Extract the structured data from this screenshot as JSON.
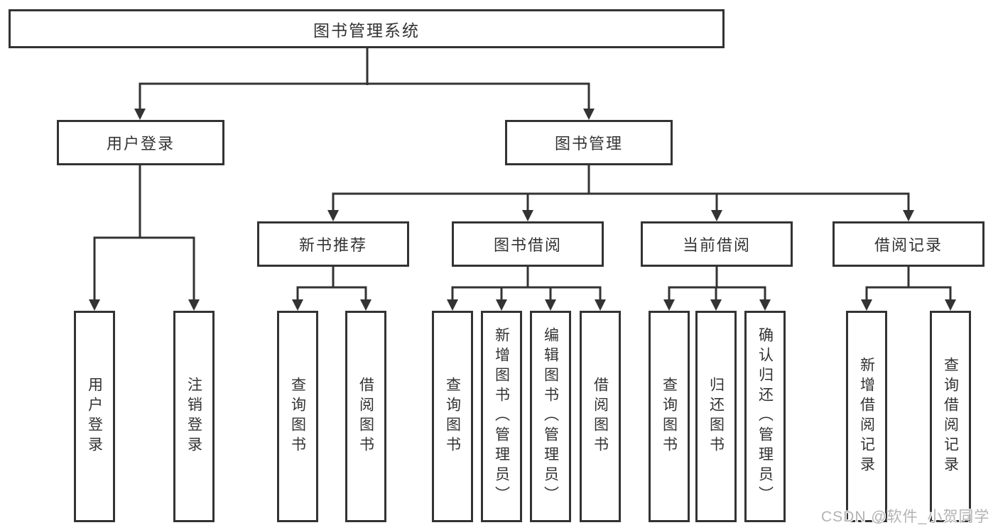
{
  "tree": {
    "root": {
      "label": "图书管理系统"
    },
    "login": {
      "label": "用户登录",
      "children": [
        {
          "label": "用户登录"
        },
        {
          "label": "注销登录"
        }
      ]
    },
    "manage": {
      "label": "图书管理"
    },
    "sections": [
      {
        "label": "新书推荐",
        "children": [
          {
            "label": "查询图书"
          },
          {
            "label": "借阅图书"
          }
        ]
      },
      {
        "label": "图书借阅",
        "children": [
          {
            "label": "查询图书"
          },
          {
            "label": "新增图书（管理员）"
          },
          {
            "label": "编辑图书（管理员）"
          },
          {
            "label": "借阅图书"
          }
        ]
      },
      {
        "label": "当前借阅",
        "children": [
          {
            "label": "查询图书"
          },
          {
            "label": "归还图书"
          },
          {
            "label": "确认归还（管理员）"
          }
        ]
      },
      {
        "label": "借阅记录",
        "children": [
          {
            "label": "新增借阅记录"
          },
          {
            "label": "查询借阅记录"
          }
        ]
      }
    ]
  },
  "watermark": {
    "text": "CSDN @软件_小贺同学"
  },
  "colors": {
    "line": "#333333",
    "text": "#333333",
    "box_background": "#ffffff",
    "page_background": "#ffffff",
    "watermark": "#b3b3b3"
  }
}
